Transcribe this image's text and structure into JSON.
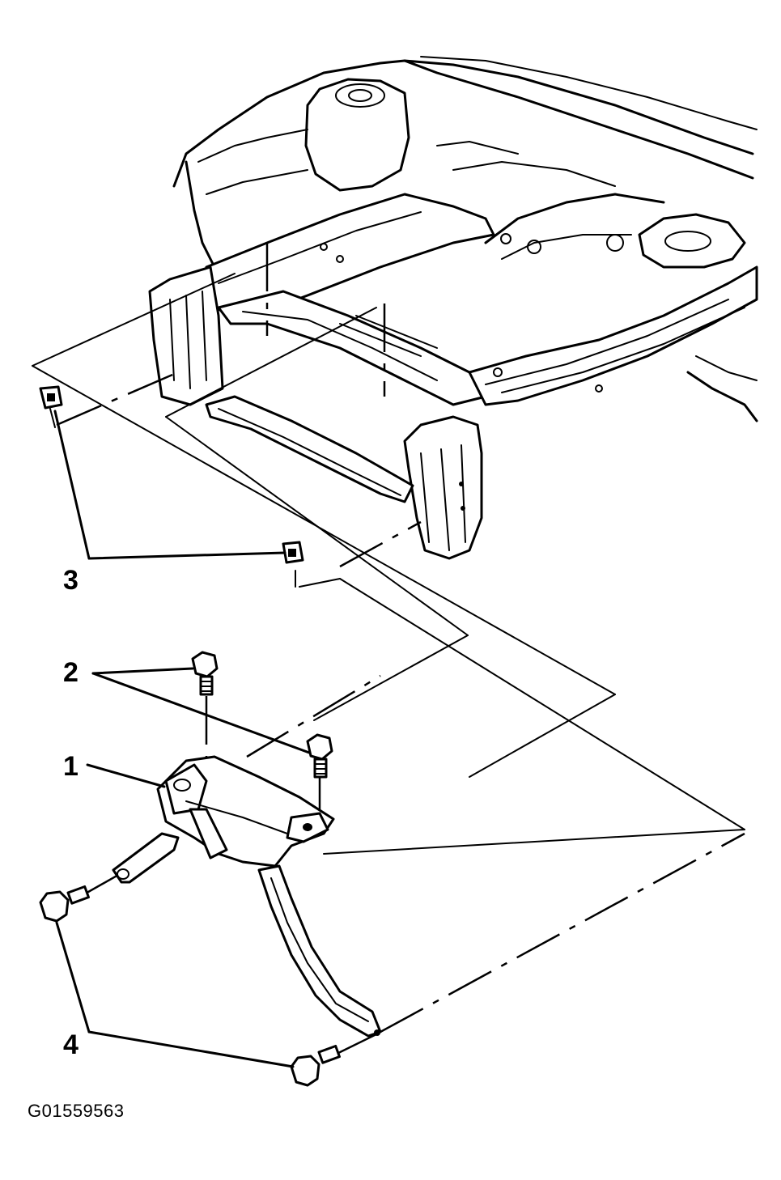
{
  "callouts": {
    "c1": "1",
    "c2": "2",
    "c3": "3",
    "c4": "4"
  },
  "figure_id": "G01559563"
}
